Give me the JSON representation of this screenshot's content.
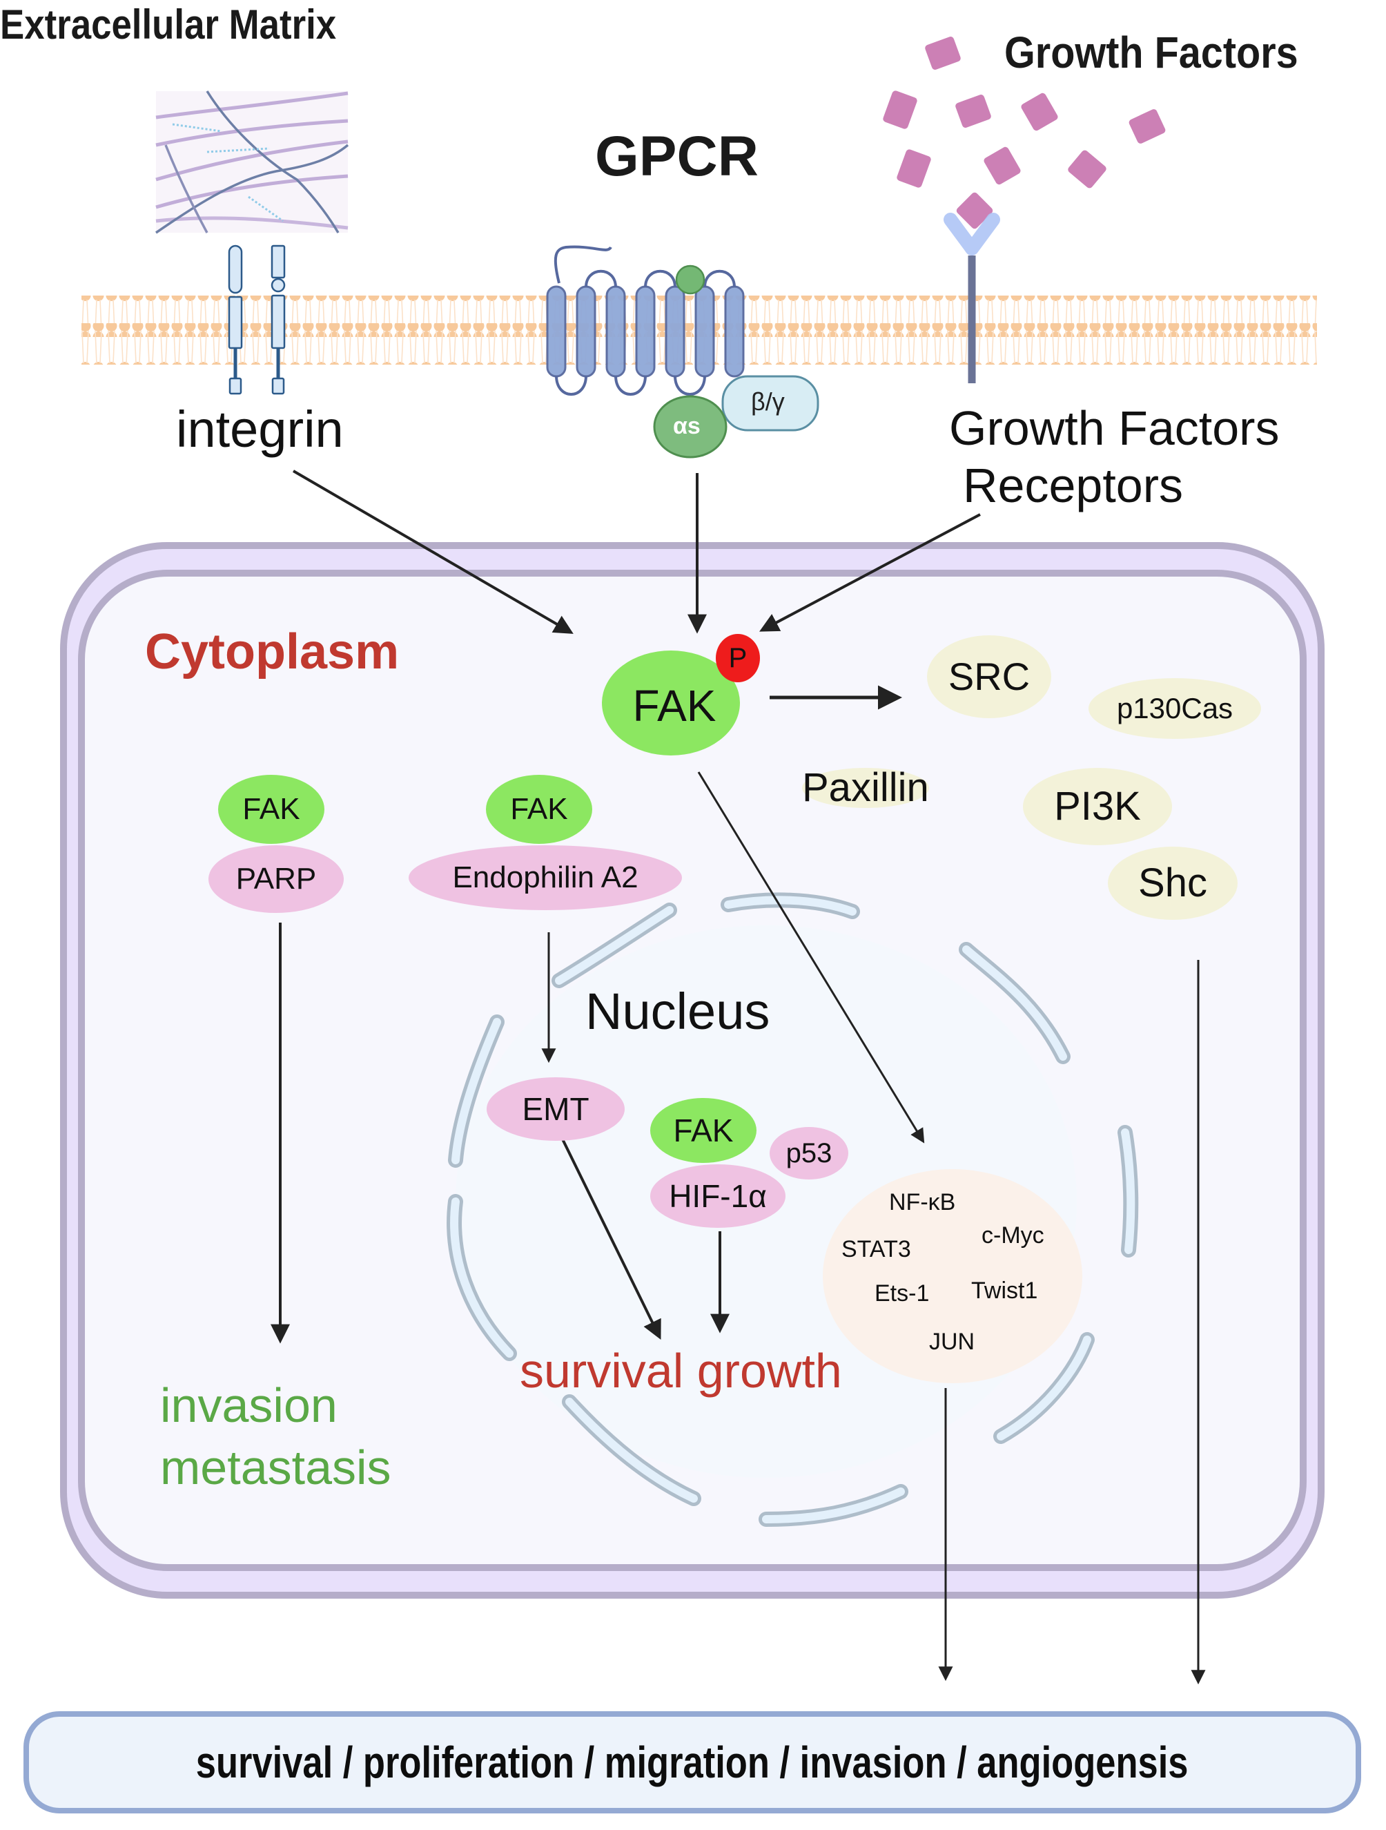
{
  "figure": {
    "title_top_left": "Extracellular Matrix",
    "title_top_center": "GPCR",
    "title_top_right": "Growth Factors"
  },
  "membrane_proteins": {
    "integrin_label": "integrin",
    "gpcr_alpha_label": "αs",
    "gpcr_beta_gamma_label": "β/γ",
    "receptor_label_line1": "Growth Factors",
    "receptor_label_line2": "Receptors"
  },
  "cell": {
    "cytoplasm_label": "Cytoplasm",
    "nucleus_label": "Nucleus",
    "fak_main": {
      "label": "FAK",
      "phospho_label": "P"
    },
    "downstream": [
      {
        "label": "SRC"
      },
      {
        "label": "p130Cas"
      },
      {
        "label": "Paxillin"
      },
      {
        "label": "PI3K"
      },
      {
        "label": "Shc"
      }
    ],
    "complex_parp": {
      "top": "FAK",
      "bottom": "PARP"
    },
    "complex_endophilin": {
      "top": "FAK",
      "bottom": "Endophilin A2"
    },
    "nuclear": {
      "emt": "EMT",
      "fak": "FAK",
      "p53": "p53",
      "hif": "HIF-1α",
      "transcription_factors": [
        "NF-κB",
        "STAT3",
        "c-Myc",
        "Ets-1",
        "Twist1",
        "JUN"
      ]
    },
    "outcome_left_line1": "invasion",
    "outcome_left_line2": "metastasis",
    "outcome_center": "survival growth"
  },
  "outcome_bar": "survival / proliferation / migration / invasion / angiogensis",
  "colors": {
    "fak_green": "#8ce761",
    "phospho_red": "#ee1c1c",
    "pink_protein": "#efc2e2",
    "cream_protein": "#f3f2d9",
    "cytoplasm_red": "#c0392f",
    "invasion_green": "#5aa846",
    "cell_border": "#b5adc9",
    "growth_factor": "#cc80b5",
    "membrane_lipid": "#f7c99b",
    "gpcr_blue": "#8fa8d8"
  }
}
